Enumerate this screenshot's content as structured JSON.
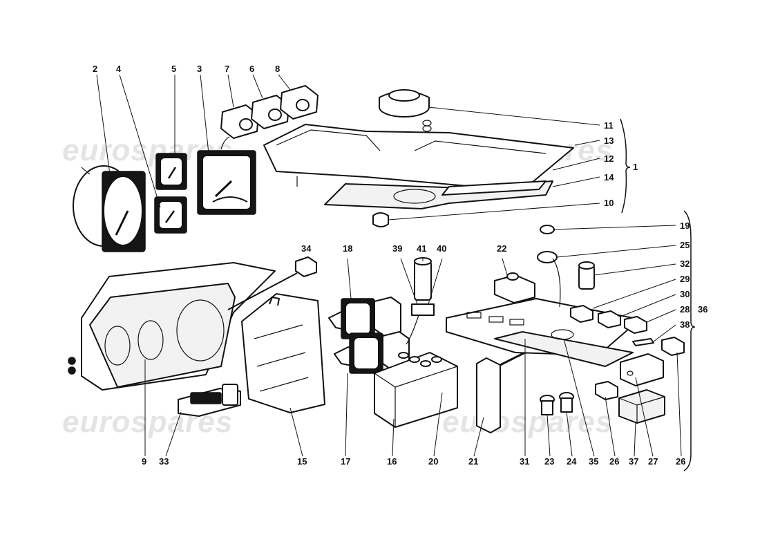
{
  "watermark": "eurospares",
  "callouts": {
    "c1": "1",
    "c2": "2",
    "c3": "3",
    "c4": "4",
    "c5": "5",
    "c6": "6",
    "c7": "7",
    "c8": "8",
    "c9": "9",
    "c10": "10",
    "c11": "11",
    "c12": "12",
    "c13": "13",
    "c14": "14",
    "c15": "15",
    "c16": "16",
    "c17": "17",
    "c18": "18",
    "c19": "19",
    "c20": "20",
    "c21": "21",
    "c22": "22",
    "c23": "23",
    "c24": "24",
    "c25": "25",
    "c26a": "26",
    "c26b": "26",
    "c27": "27",
    "c28": "28",
    "c29": "29",
    "c30": "30",
    "c31": "31",
    "c32": "32",
    "c33": "33",
    "c34": "34",
    "c35": "35",
    "c36": "36",
    "c37": "37",
    "c38": "38",
    "c39": "39",
    "c40": "40",
    "c41": "41"
  }
}
